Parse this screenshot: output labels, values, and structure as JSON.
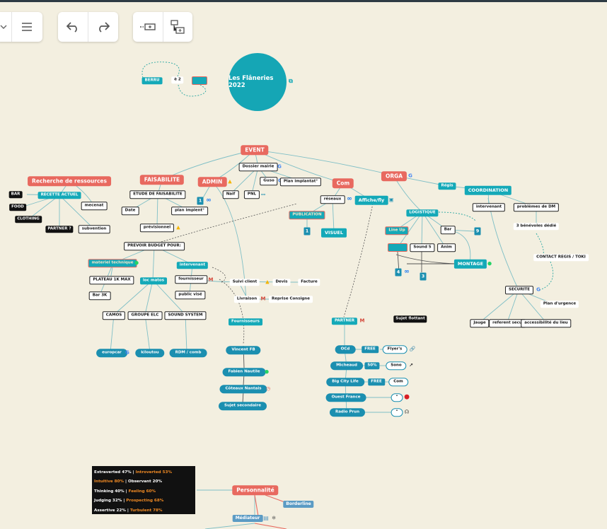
{
  "toolbar": {
    "icons": [
      "chevron-down-icon",
      "menu-icon",
      "undo-icon",
      "redo-icon",
      "add-sibling-icon",
      "add-child-icon"
    ]
  },
  "central": {
    "title": "Les Flâneries 2022"
  },
  "top_nodes": {
    "berru": "BERRU",
    "e2": "è 2",
    "blank": ""
  },
  "event": {
    "label": "EVENT",
    "dossier": "Dossier mairie",
    "naif": "Naïf",
    "pnl": "PNL",
    "guso": "Guso",
    "plan_implantat": "Plan implantat°"
  },
  "ressources": {
    "title": "Recherche de ressources",
    "recette": "RECETTE ACTUEL",
    "bar": "BAR",
    "food": "FOOD",
    "clothing": "CLOTHING",
    "partner": "PARTNER ?",
    "mecenat": "mecenat",
    "subvention": "subvention"
  },
  "faisabilite": {
    "title": "FAISABILITE",
    "etude": "ETUDE DE FAISABILITE",
    "date": "Date",
    "plan": "plan implent°",
    "previsionnel": "prévisionnel",
    "prevoir": "PREVOIR BUDGET POUR:",
    "materiel": "materiel technique",
    "plateau": "PLATEAU 1K MAX",
    "bar3k": "Bar 3K",
    "loc": "loc matos",
    "camos": "CAMOS",
    "groupe": "GROUPE ELC",
    "sound": "SOUND SYSTEM",
    "europcar": "europcar",
    "kiloutou": "kiloutou",
    "rdm": "RDM / comb",
    "intervenant": "intervenant",
    "fournisseur": "fournisseur",
    "public": "public visé",
    "fournisseurs": "Fournisseurs",
    "vincent": "Vincent FB",
    "fabien": "Fabien Nautile",
    "coteaux": "Côteaux Nantais",
    "sujet_secondaire": "Sujet secondaire"
  },
  "admin": {
    "title": "ADMIN",
    "num": "1",
    "suivi": "Suivi client",
    "devis": "Devis",
    "facture": "Facture",
    "livraison": "Livraison",
    "reprise": "Reprise Consigne"
  },
  "com": {
    "title": "Com",
    "reseaux": "réseaux",
    "publication": "PUBLICATION",
    "num": "1",
    "visuel": "VISUEL",
    "affiche": "Affiche/fly"
  },
  "partner": {
    "title": "PARTNER",
    "sujet_flottant": "Sujet flottant",
    "rows": [
      {
        "name": "OCd",
        "tag": "FREE",
        "item": "Flyer's",
        "extra": "🔗"
      },
      {
        "name": "Micheaud",
        "tag": "50%",
        "item": "Sono",
        "extra": "↗"
      },
      {
        "name": "Big City Life",
        "tag": "FREE",
        "item": "Com",
        "extra": ""
      },
      {
        "name": "Ouest France",
        "tag": "",
        "item": "\"",
        "extra": "●"
      },
      {
        "name": "Radio Prun",
        "tag": "",
        "item": "\"",
        "extra": "☊"
      }
    ]
  },
  "orga": {
    "title": "ORGA",
    "regis": "Régis",
    "coordination": "COORDINATION",
    "intervenant": "intervenant",
    "probleme": "problèmes de DM",
    "benevoles": "3 bénévoles dédié",
    "contact": "CONTACT REGIS / TOKI",
    "logistique": "LOGISTIQUE",
    "lineup": "Line Up",
    "blank_node": "",
    "sound5": "Sound 5",
    "anim": "Anim",
    "bar": "Bar",
    "num9": "9",
    "num4": "4",
    "num3": "3",
    "montage": "MONTAGE",
    "securite": "SECURITE",
    "plan_urgence": "Plan d'urgence",
    "jauge": "Jauge",
    "referent": "referent secu",
    "accessibilite": "accessibilité du lieu"
  },
  "personnalite": {
    "title": "Personnalité",
    "borderline": "Borderline",
    "mediateur": "Médiateur",
    "traits": [
      {
        "left": "Extraverted 47%",
        "right": "Introverted 53%"
      },
      {
        "left": "Intuitive 80%",
        "right": "Observant 20%"
      },
      {
        "left": "Thinking 40%",
        "right": "Feeling 60%"
      },
      {
        "left": "Judging 32%",
        "right": "Prospecting 68%"
      },
      {
        "left": "Assertive 22%",
        "right": "Turbulent 78%"
      }
    ]
  },
  "colors": {
    "background": "#f3efe0",
    "teal": "#14a9b8",
    "coral": "#e8695f",
    "blue": "#1b8fb0",
    "link": "#7fbfc6"
  }
}
